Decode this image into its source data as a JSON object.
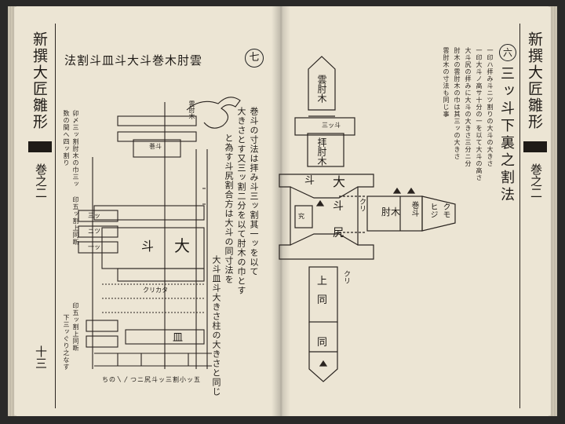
{
  "left_page": {
    "margin_title": "新撰大匠雛形",
    "volume": "巻之二",
    "page_number": "十三",
    "figure_number": "七",
    "section_title": "雲肘木巻斗大斗皿斗割法",
    "notes_main": [
      "巻斗の寸法は拝み斗三ッ割其一ッを以て",
      "大きさとす又三ッ割二分を以て肘木の巾とす",
      "と為す斗尻割合方は大斗の同寸法を",
      "大斗皿斗大きさ柱の大きさと同じ"
    ],
    "notes_left": [
      "卯〆三ッ割肘木の巾三ッ",
      "数の間へ四ッ割り",
      "印五ッ割上同断",
      "印五ッ割上同断",
      "下三ッぐり之なす"
    ],
    "bottom_caption": "五ッ小割三ッ斗尻ニつ〳〵のち",
    "labels": {
      "cloud_bracket": "雲肘木",
      "makito": "巻斗",
      "daito": "大",
      "ito": "斗",
      "sara": "皿",
      "kurikata": "クリカタ",
      "mitsu": "三ッ",
      "futatsu": "ニツ",
      "itsutsu": "一ッ"
    }
  },
  "right_page": {
    "margin_title": "新撰大匠雛形",
    "volume": "巻之二",
    "figure_number": "六",
    "section_title": "三ッ斗下裏之割法",
    "notes": [
      "一印ハ拝み斗ニツ割りの大斗の大きさ",
      "一印大斗ノ高サ十分の一を以て大斗の高さ",
      "大斗尻の拝みに大斗の大きさ三分ニ分",
      "肘木の雲肘木の巾は其三ッの大きさ",
      "雲肘木の寸法も同じ事"
    ],
    "labels": {
      "cloud": "雲肘木",
      "mitsu_to": "三ッ斗",
      "hai_hijiki": "拝肘木",
      "makito": "巻斗",
      "to": "斗",
      "dai": "大",
      "to2": "斗",
      "shiri": "尻",
      "kuri": "クリ",
      "ken": "究",
      "hijiki": "肘木",
      "maki": "巻斗",
      "hiji": "ヒジ",
      "kumo": "クモ",
      "ue": "上",
      "onaji": "同",
      "ki": "木"
    }
  }
}
